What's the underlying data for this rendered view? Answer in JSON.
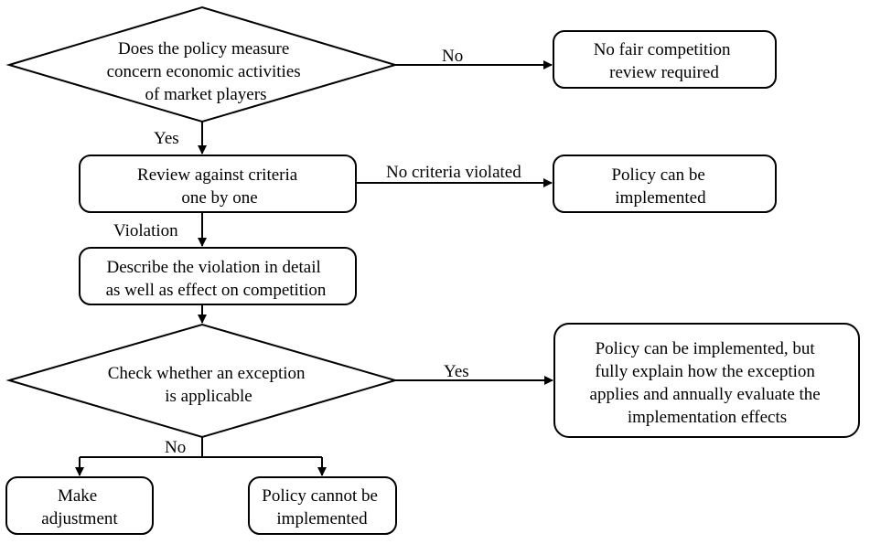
{
  "nodes": {
    "q_economic": [
      "Does the policy measure",
      "concern economic activities",
      "of market players"
    ],
    "no_review": [
      "No fair competition",
      "review required"
    ],
    "review_criteria": [
      "Review against criteria",
      "one by one"
    ],
    "implemented": [
      "Policy can be",
      "implemented"
    ],
    "describe_violation": [
      "Describe the violation in detail",
      "as well as effect on competition"
    ],
    "q_exception": [
      "Check whether an exception",
      "is applicable"
    ],
    "implemented_explain": [
      "Policy can be implemented, but",
      "fully explain how the exception",
      "applies and annually evaluate the",
      "implementation effects"
    ],
    "make_adjustment": [
      "Make",
      "adjustment"
    ],
    "cannot_implement": [
      "Policy cannot be",
      "implemented"
    ]
  },
  "edges": {
    "no_1": "No",
    "yes_1": "Yes",
    "no_criteria_violated": "No criteria violated",
    "violation": "Violation",
    "yes_2": "Yes",
    "no_2": "No"
  },
  "colors": {
    "stroke": "#000000",
    "fill": "#ffffff",
    "text": "#000000"
  }
}
